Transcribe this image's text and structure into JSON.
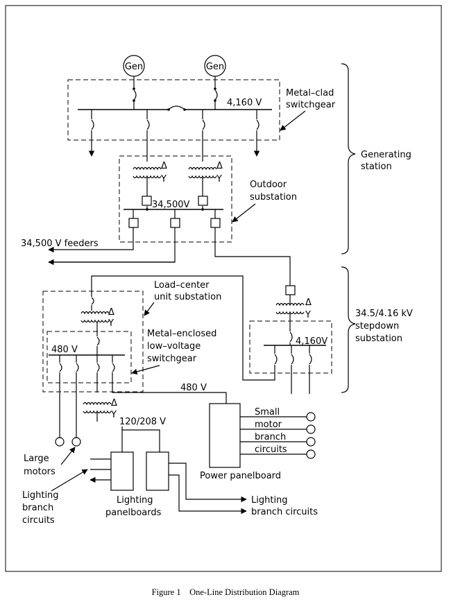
{
  "diagram": {
    "generators": [
      "Gen",
      "Gen"
    ],
    "labels": {
      "metal_clad_line1": "Metal–clad",
      "metal_clad_line2": "switchgear",
      "gen_bus_voltage": "4,160 V",
      "generating_line1": "Generating",
      "generating_line2": "station",
      "outdoor_line1": "Outdoor",
      "outdoor_line2": "substation",
      "sub_bus_voltage": "34,500V",
      "feeders": "34,500 V feeders",
      "load_center_line1": "Load–center",
      "load_center_line2": "unit substation",
      "stepdown_line1": "34.5/4.16 kV",
      "stepdown_line2": "stepdown",
      "stepdown_line3": "substation",
      "metal_enclosed_line1": "Metal–enclosed",
      "metal_enclosed_line2": "low–voltage",
      "metal_enclosed_line3": "switchgear",
      "lv_bus_voltage": "480 V",
      "stepdown_bus_voltage": "4,160V",
      "power_feed_voltage": "480 V",
      "small_motor_line1": "Small",
      "small_motor_line2": "motor",
      "small_motor_line3": "branch",
      "small_motor_line4": "circuits",
      "lighting_voltage": "120/208 V",
      "large_motors_line1": "Large",
      "large_motors_line2": "motors",
      "power_panelboard": "Power panelboard",
      "lighting_branch_left_line1": "Lighting",
      "lighting_branch_left_line2": "branch",
      "lighting_branch_left_line3": "circuits",
      "lighting_panelboards_line1": "Lighting",
      "lighting_panelboards_line2": "panelboards",
      "lighting_branch_right_line1": "Lighting",
      "lighting_branch_right_line2": "branch circuits"
    },
    "transformer_symbols": {
      "primary": "Δ",
      "secondary": "Y"
    }
  },
  "caption": "Figure 1    One-Line Distribution Diagram"
}
